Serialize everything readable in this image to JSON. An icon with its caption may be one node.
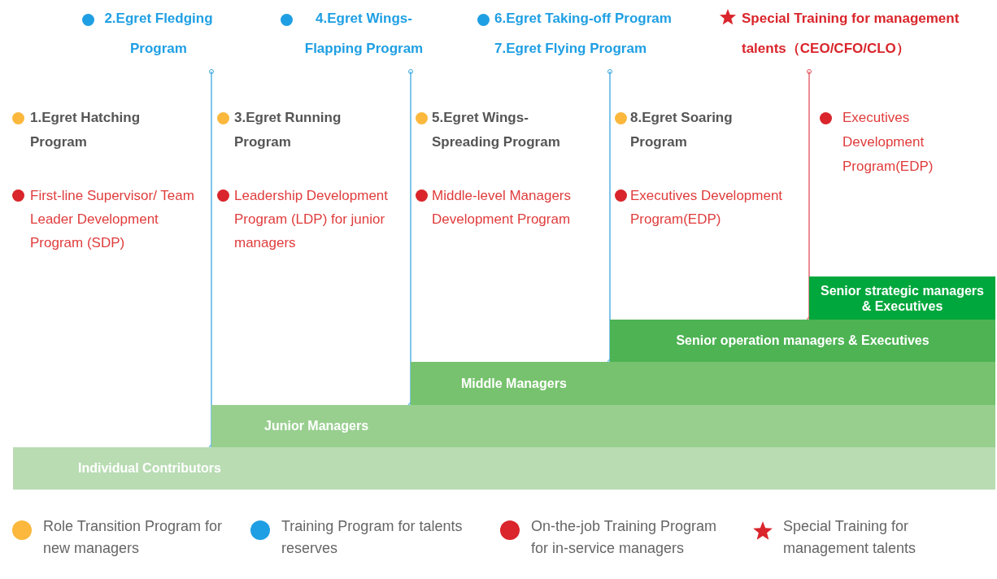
{
  "diagram": {
    "nodes": [
      {
        "text": [
          "Individual Contributors"
        ]
      },
      {
        "text": [
          "Junior Managers"
        ]
      },
      {
        "text": [
          "Middle Managers"
        ]
      },
      {
        "text": [
          "Senior operation managers & Executives"
        ]
      },
      {
        "text": [
          "Senior strategic managers & Executives"
        ]
      }
    ],
    "edges": [],
    "labels": [
      "2.Egret Fledging Program",
      "4.Egret Wings-Flapping Program",
      "6.Egret Taking-off Program",
      "7.Egret Flying Program",
      "Special Training for management talents（CEO/CFO/CLO）",
      "1.Egret Hatching Program",
      "3.Egret Running Program",
      "5.Egret Wings-Spreading Program",
      "8.Egret Soaring Program",
      "Executives Development Program(EDP)",
      "First-line Supervisor/ Team Leader Development Program (SDP)",
      "Leadership Development Program (LDP) for junior managers",
      "Middle-level Managers Development Program",
      "Executives Development Program(EDP)"
    ],
    "legend": [
      {
        "text": "Role Transition Program for new managers",
        "color": "#fbb83c"
      },
      {
        "text": "Training Program for talents reserves",
        "color": "#1f9fe3"
      },
      {
        "text": "On-the-job Training Program for in-service managers",
        "color": "#d9252b"
      },
      {
        "text": "Special Training for management talents"
      }
    ]
  }
}
